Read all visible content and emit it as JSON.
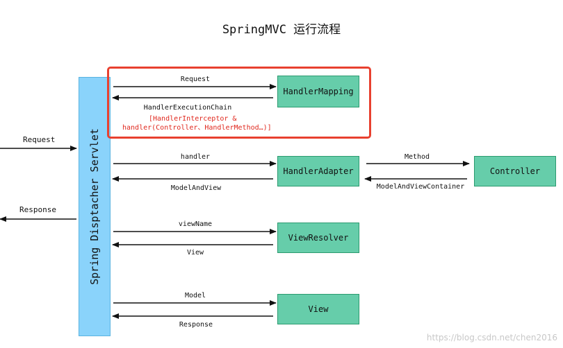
{
  "title": "SpringMVC 运行流程",
  "servlet": {
    "label": "Spring Disptacher Servlet"
  },
  "components": {
    "handler_mapping": "HandlerMapping",
    "handler_adapter": "HandlerAdapter",
    "controller": "Controller",
    "view_resolver": "ViewResolver",
    "view": "View"
  },
  "labels": {
    "client_request": "Request",
    "client_response": "Response",
    "mapping_request": "Request",
    "mapping_return": "HandlerExecutionChain",
    "mapping_note_line1": "[HandlerInterceptor &",
    "mapping_note_line2": "handler(Controller、HandlerMethod…)]",
    "adapter_call": "handler",
    "adapter_return": "ModelAndView",
    "controller_call": "Method",
    "controller_return": "ModelAndViewContainer",
    "resolver_call": "viewName",
    "resolver_return": "View",
    "view_call": "Model",
    "view_return": "Response"
  },
  "colors": {
    "component_fill": "#66cdaa",
    "servlet_fill": "#8ad3fb",
    "highlight_border": "#e8402f",
    "note_text": "#e0271d"
  },
  "watermark": "https://blog.csdn.net/chen2016"
}
